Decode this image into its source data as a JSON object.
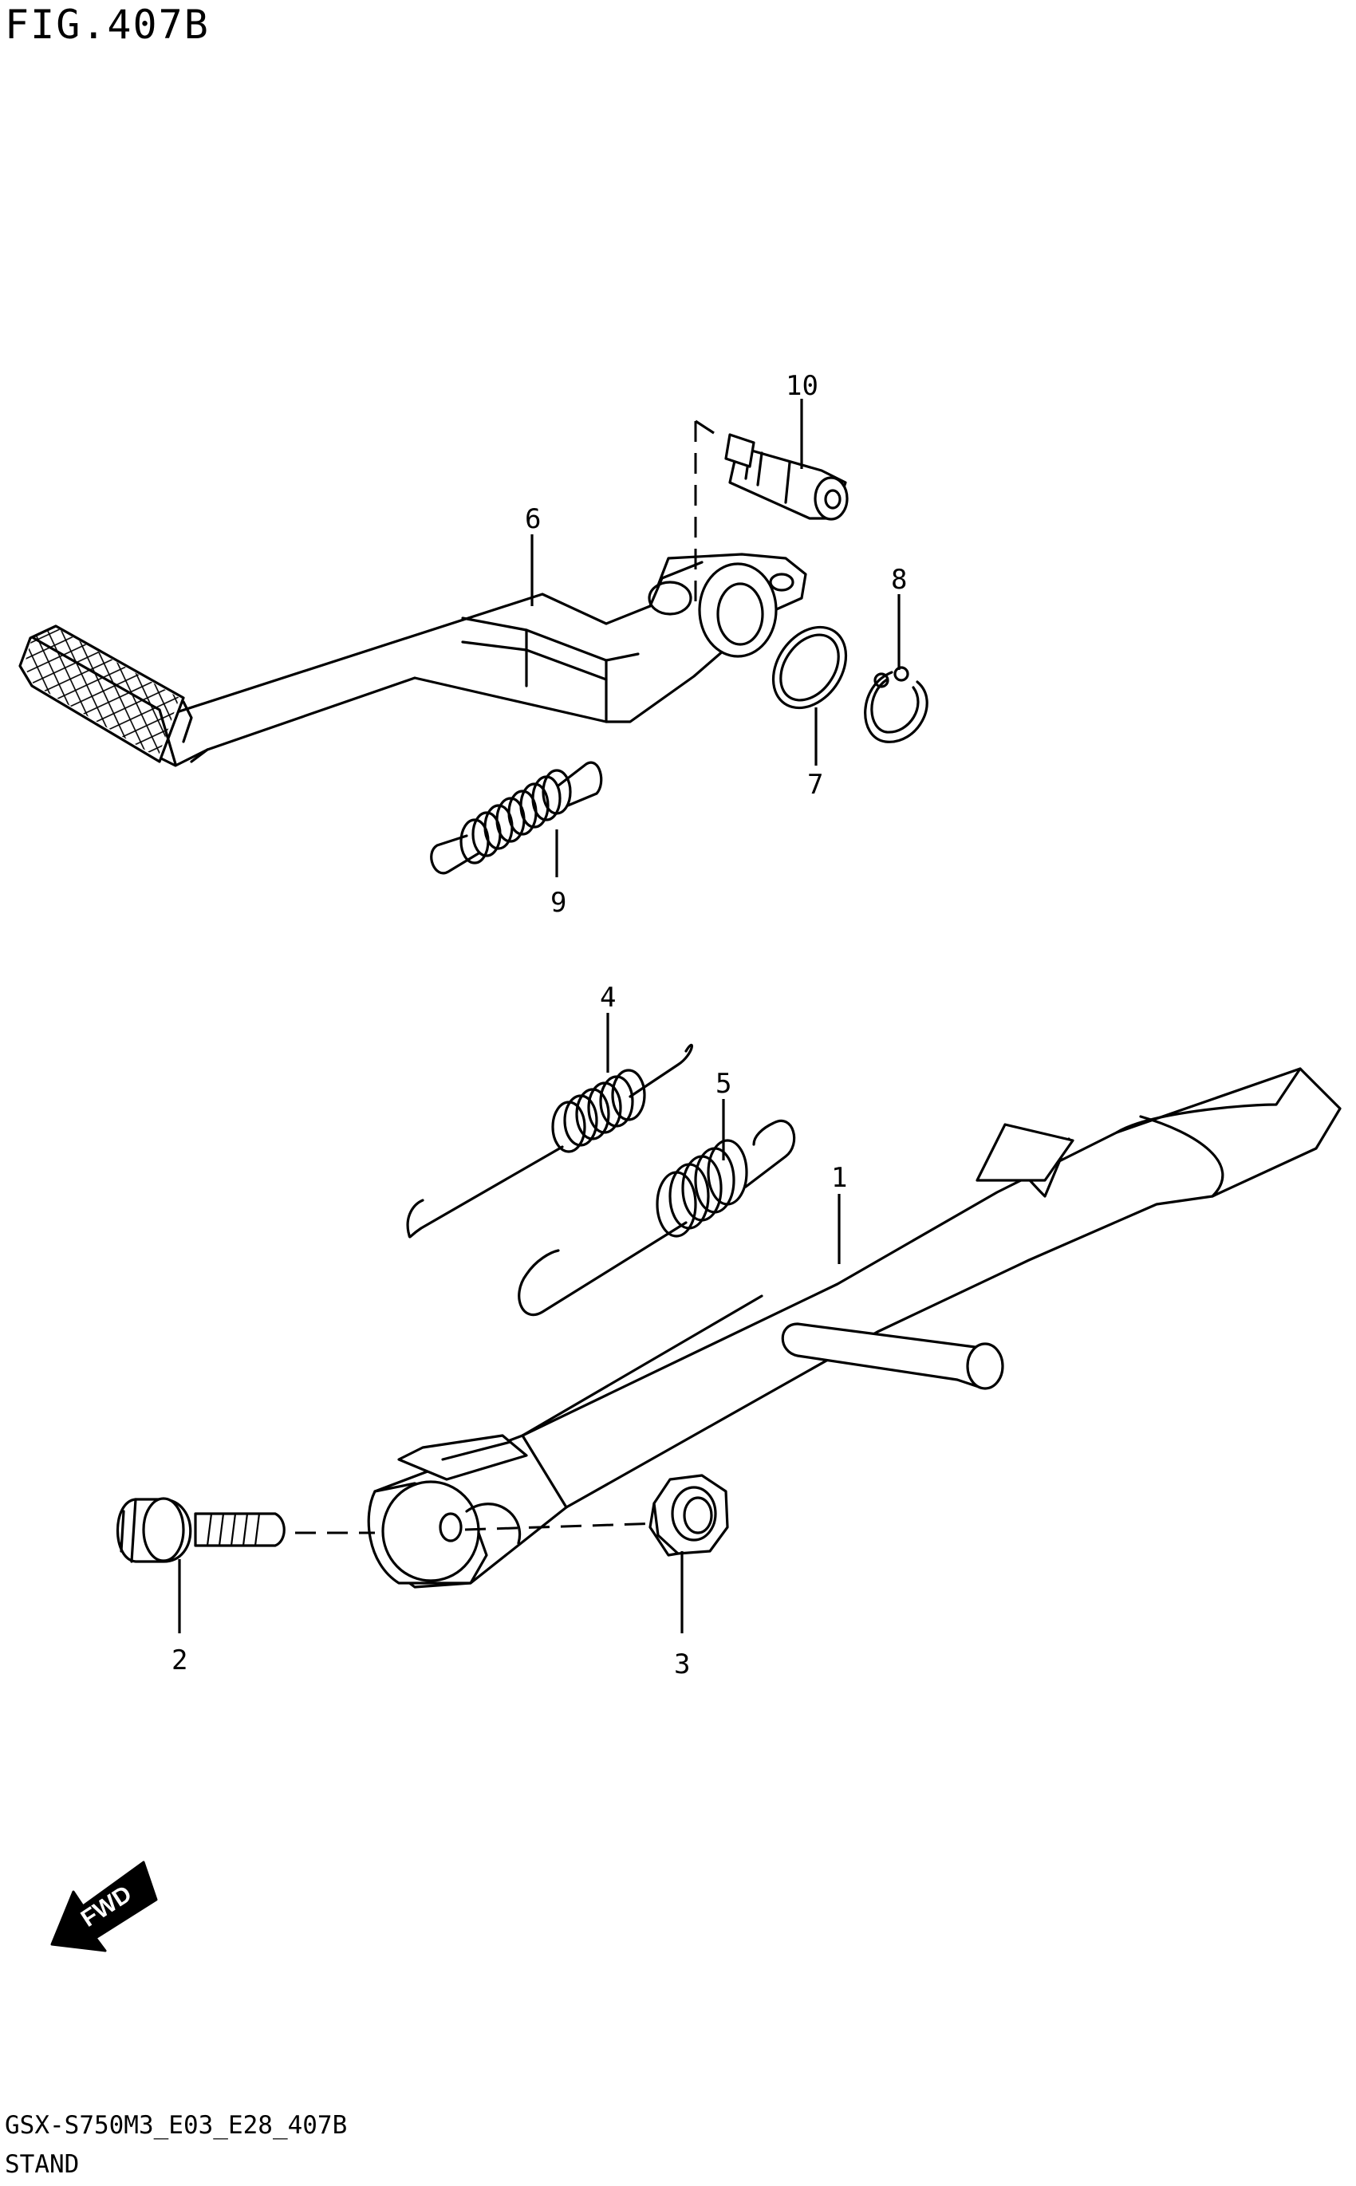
{
  "figure": {
    "title": "FIG.407B",
    "code": "GSX-S750M3_E03_E28_407B",
    "section": "STAND"
  },
  "parts": [
    {
      "ref": "1"
    },
    {
      "ref": "2"
    },
    {
      "ref": "3"
    },
    {
      "ref": "4"
    },
    {
      "ref": "5"
    },
    {
      "ref": "6"
    },
    {
      "ref": "7"
    },
    {
      "ref": "8"
    },
    {
      "ref": "9"
    },
    {
      "ref": "10"
    }
  ],
  "direction_marker": {
    "label": "FWD",
    "icon": "forward-arrow-icon"
  }
}
